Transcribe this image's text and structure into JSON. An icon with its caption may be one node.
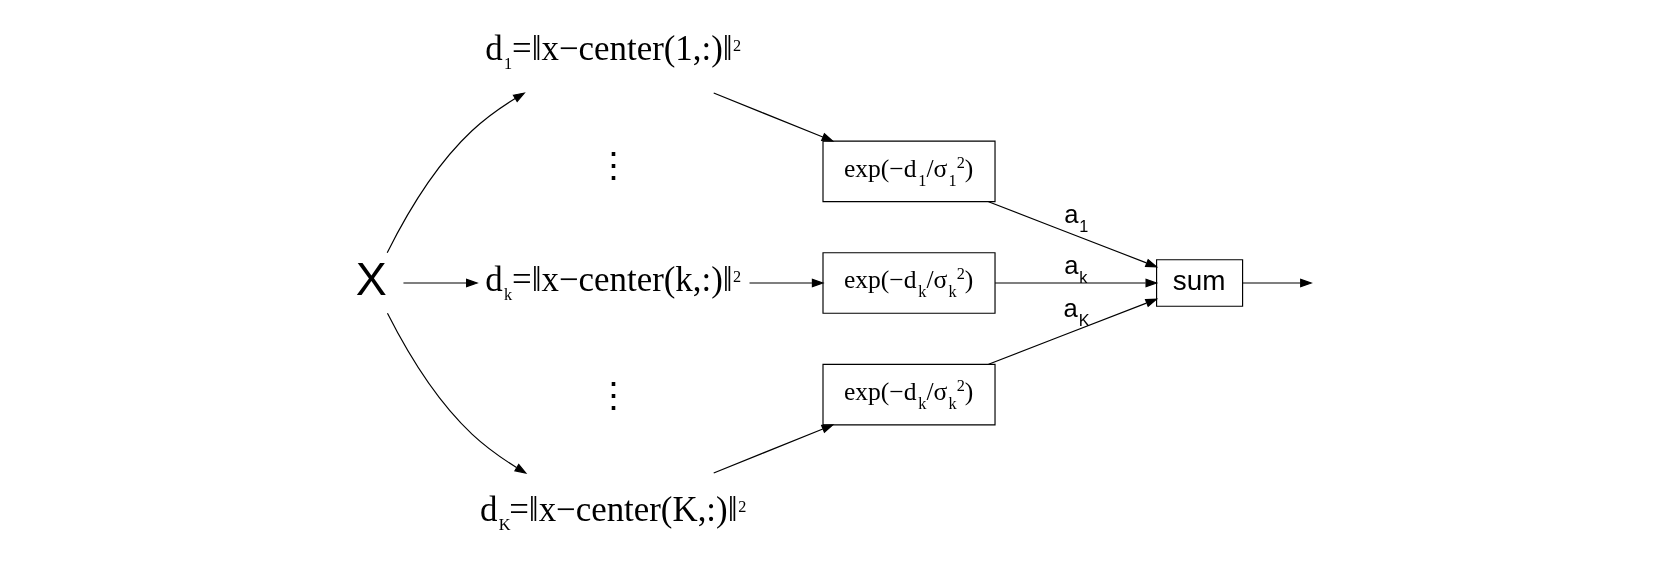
{
  "diagram": {
    "nodes": [
      {
        "text": [
          "X"
        ]
      },
      {
        "text": [
          "d$_{1}$=‖x−center(1,:)‖$^{2}$"
        ]
      },
      {
        "text": [
          "d$_{k}$=‖x−center(k,:)‖$^{2}$"
        ]
      },
      {
        "text": [
          "d$_{K}$=‖x−center(K,:)‖$^{2}$"
        ]
      },
      {
        "text": [
          "exp(−d$_{1}$/σ$_{1}$$^{2}$)"
        ]
      },
      {
        "text": [
          "exp(−d$_{k}$/σ$_{k}$$^{2}$)"
        ]
      },
      {
        "text": [
          "exp(−d$_{k}$/σ$_{k}$$^{2}$)"
        ]
      },
      {
        "text": [
          "sum"
        ]
      }
    ],
    "edges": [
      {
        "from": 0,
        "to": 1,
        "arrow": "to"
      },
      {
        "from": 0,
        "to": 2,
        "arrow": "to"
      },
      {
        "from": 0,
        "to": 3,
        "arrow": "to"
      },
      {
        "from": 1,
        "to": 4,
        "arrow": "to"
      },
      {
        "from": 2,
        "to": 5,
        "arrow": "to"
      },
      {
        "from": 3,
        "to": 6,
        "arrow": "to"
      },
      {
        "from": 4,
        "to": 7,
        "arrow": "to",
        "label": "a$_{1}$"
      },
      {
        "from": 5,
        "to": 7,
        "arrow": "to",
        "label": "a$_{k}$"
      },
      {
        "from": 6,
        "to": 7,
        "arrow": "to",
        "label": "a$_{K}$"
      },
      {
        "from": 7,
        "to": null,
        "arrow": "to"
      }
    ],
    "labels": [
      "⋮",
      "⋮"
    ]
  }
}
